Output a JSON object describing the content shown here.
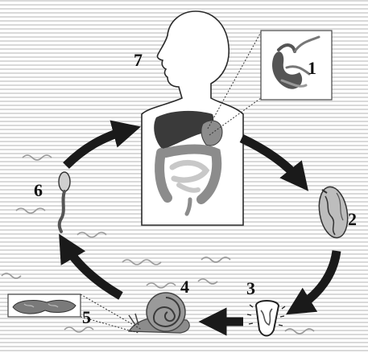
{
  "labels": {
    "stage_1": "1",
    "stage_2": "2",
    "stage_3": "3",
    "stage_4": "4",
    "stage_5": "5",
    "stage_6": "6",
    "stage_7": "7"
  },
  "colors": {
    "stripe": "#d9d9d9",
    "arrow": "#1a1a1a",
    "organ_dark": "#3a3a3a",
    "organ_mid": "#8c8c8c",
    "organ_light": "#c8c8c8",
    "wave": "#9a9a9a"
  },
  "icons": [
    "human-body-icon",
    "liver-icon",
    "intestine-icon",
    "adult-fluke-icon",
    "egg-icon",
    "miracidium-icon",
    "snail-icon",
    "redia-icon",
    "cercaria-icon",
    "cycle-arrow-icon"
  ]
}
